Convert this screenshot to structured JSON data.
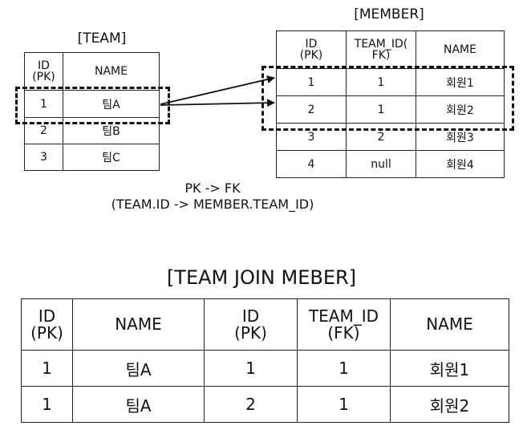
{
  "team": {
    "title": "[TEAM]",
    "headers": [
      "ID\n(PK)",
      "NAME"
    ],
    "rows": [
      [
        "1",
        "팀A"
      ],
      [
        "2",
        "팀B"
      ],
      [
        "3",
        "팀C"
      ]
    ]
  },
  "member": {
    "title": "[MEMBER]",
    "headers": [
      "ID\n(PK)",
      "TEAM_ID(\nFK)",
      "NAME"
    ],
    "rows": [
      [
        "1",
        "1",
        "회원1"
      ],
      [
        "2",
        "1",
        "회원2"
      ],
      [
        "3",
        "2",
        "회원3"
      ],
      [
        "4",
        "null",
        "회원4"
      ]
    ]
  },
  "relation": {
    "line1": "PK -> FK",
    "line2": "(TEAM.ID -> MEMBER.TEAM_ID)"
  },
  "join": {
    "title": "[TEAM JOIN MEBER]",
    "left_headers": [
      "ID\n(PK)",
      "NAME"
    ],
    "right_headers": [
      "ID\n(PK)",
      "TEAM_ID\n(FK)",
      "NAME"
    ],
    "left_rows": [
      [
        "1",
        "팀A"
      ],
      [
        "1",
        "팀A"
      ]
    ],
    "right_rows": [
      [
        "1",
        "1",
        "회원1"
      ],
      [
        "2",
        "1",
        "회원2"
      ]
    ]
  }
}
